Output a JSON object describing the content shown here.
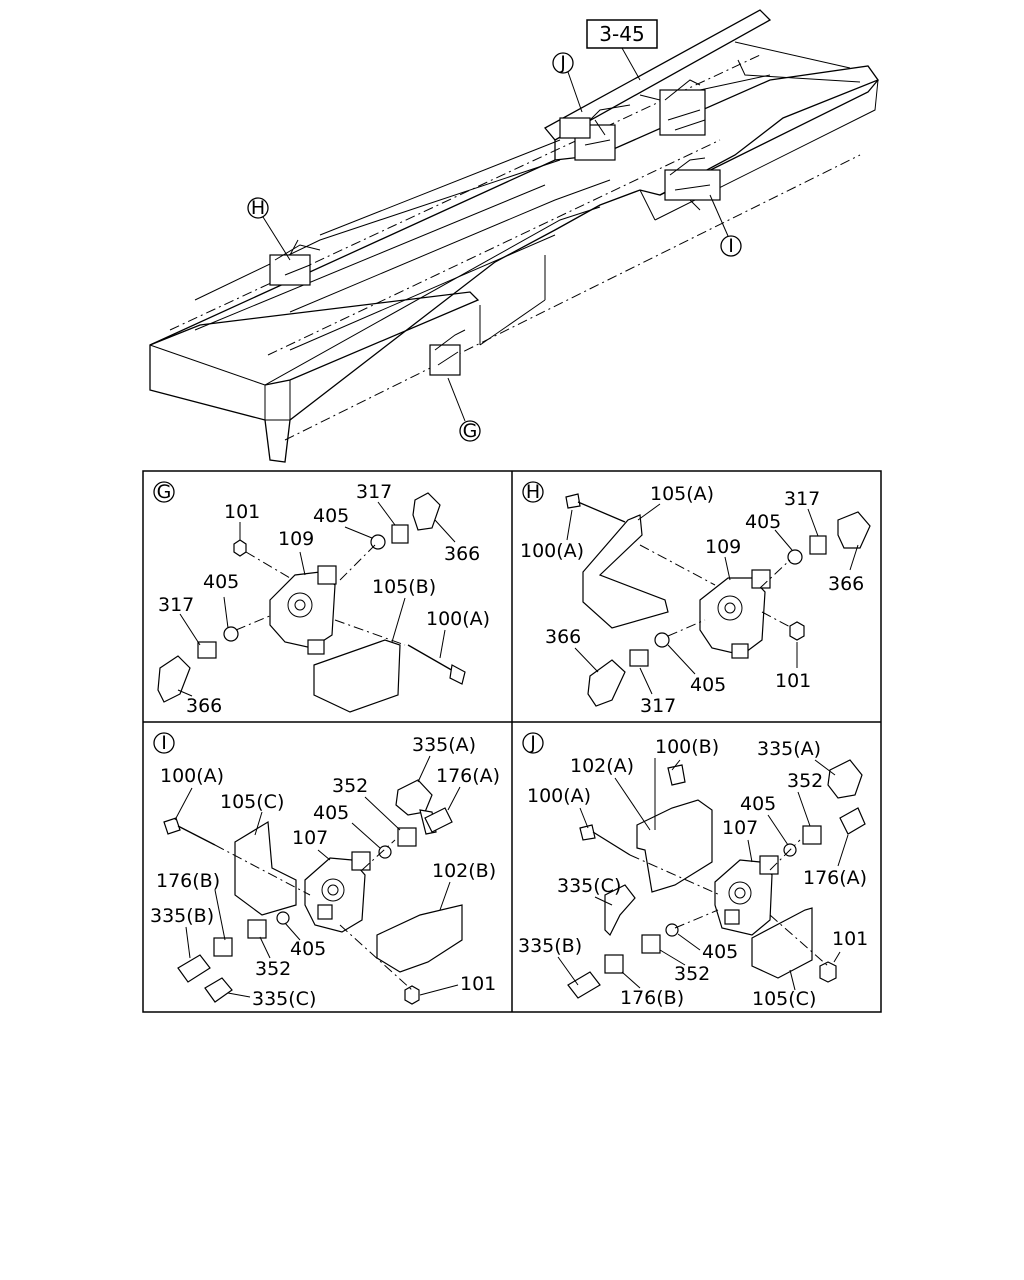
{
  "overview": {
    "ref_box": "3-45",
    "callouts": {
      "G": "G",
      "H": "H",
      "I": "I",
      "J": "J"
    }
  },
  "panels": {
    "G": {
      "letter": "G",
      "labels": {
        "l101": "101",
        "l109": "109",
        "l405a": "405",
        "l317a": "317",
        "l366a": "366",
        "l317b": "317",
        "l405b": "405",
        "l105b": "105(B)",
        "l100a": "100(A)",
        "l366b": "366"
      }
    },
    "H": {
      "letter": "H",
      "labels": {
        "l100a": "100(A)",
        "l105a": "105(A)",
        "l109": "109",
        "l405a": "405",
        "l317a": "317",
        "l366a": "366",
        "l366b": "366",
        "l317b": "317",
        "l405b": "405",
        "l101": "101"
      }
    },
    "I": {
      "letter": "I",
      "labels": {
        "l100a": "100(A)",
        "l105c": "105(C)",
        "l107": "107",
        "l335a": "335(A)",
        "l352a": "352",
        "l176a": "176(A)",
        "l405a": "405",
        "l102b": "102(B)",
        "l176b": "176(B)",
        "l335b": "335(B)",
        "l352b": "352",
        "l405b": "405",
        "l335c": "335(C)",
        "l101": "101"
      }
    },
    "J": {
      "letter": "J",
      "labels": {
        "l102a": "102(A)",
        "l100b": "100(B)",
        "l335a": "335(A)",
        "l100a": "100(A)",
        "l352a": "352",
        "l405a": "405",
        "l107": "107",
        "l176a": "176(A)",
        "l335c": "335(C)",
        "l335b": "335(B)",
        "l405b": "405",
        "l352b": "352",
        "l176b": "176(B)",
        "l105c": "105(C)",
        "l101": "101"
      }
    }
  }
}
